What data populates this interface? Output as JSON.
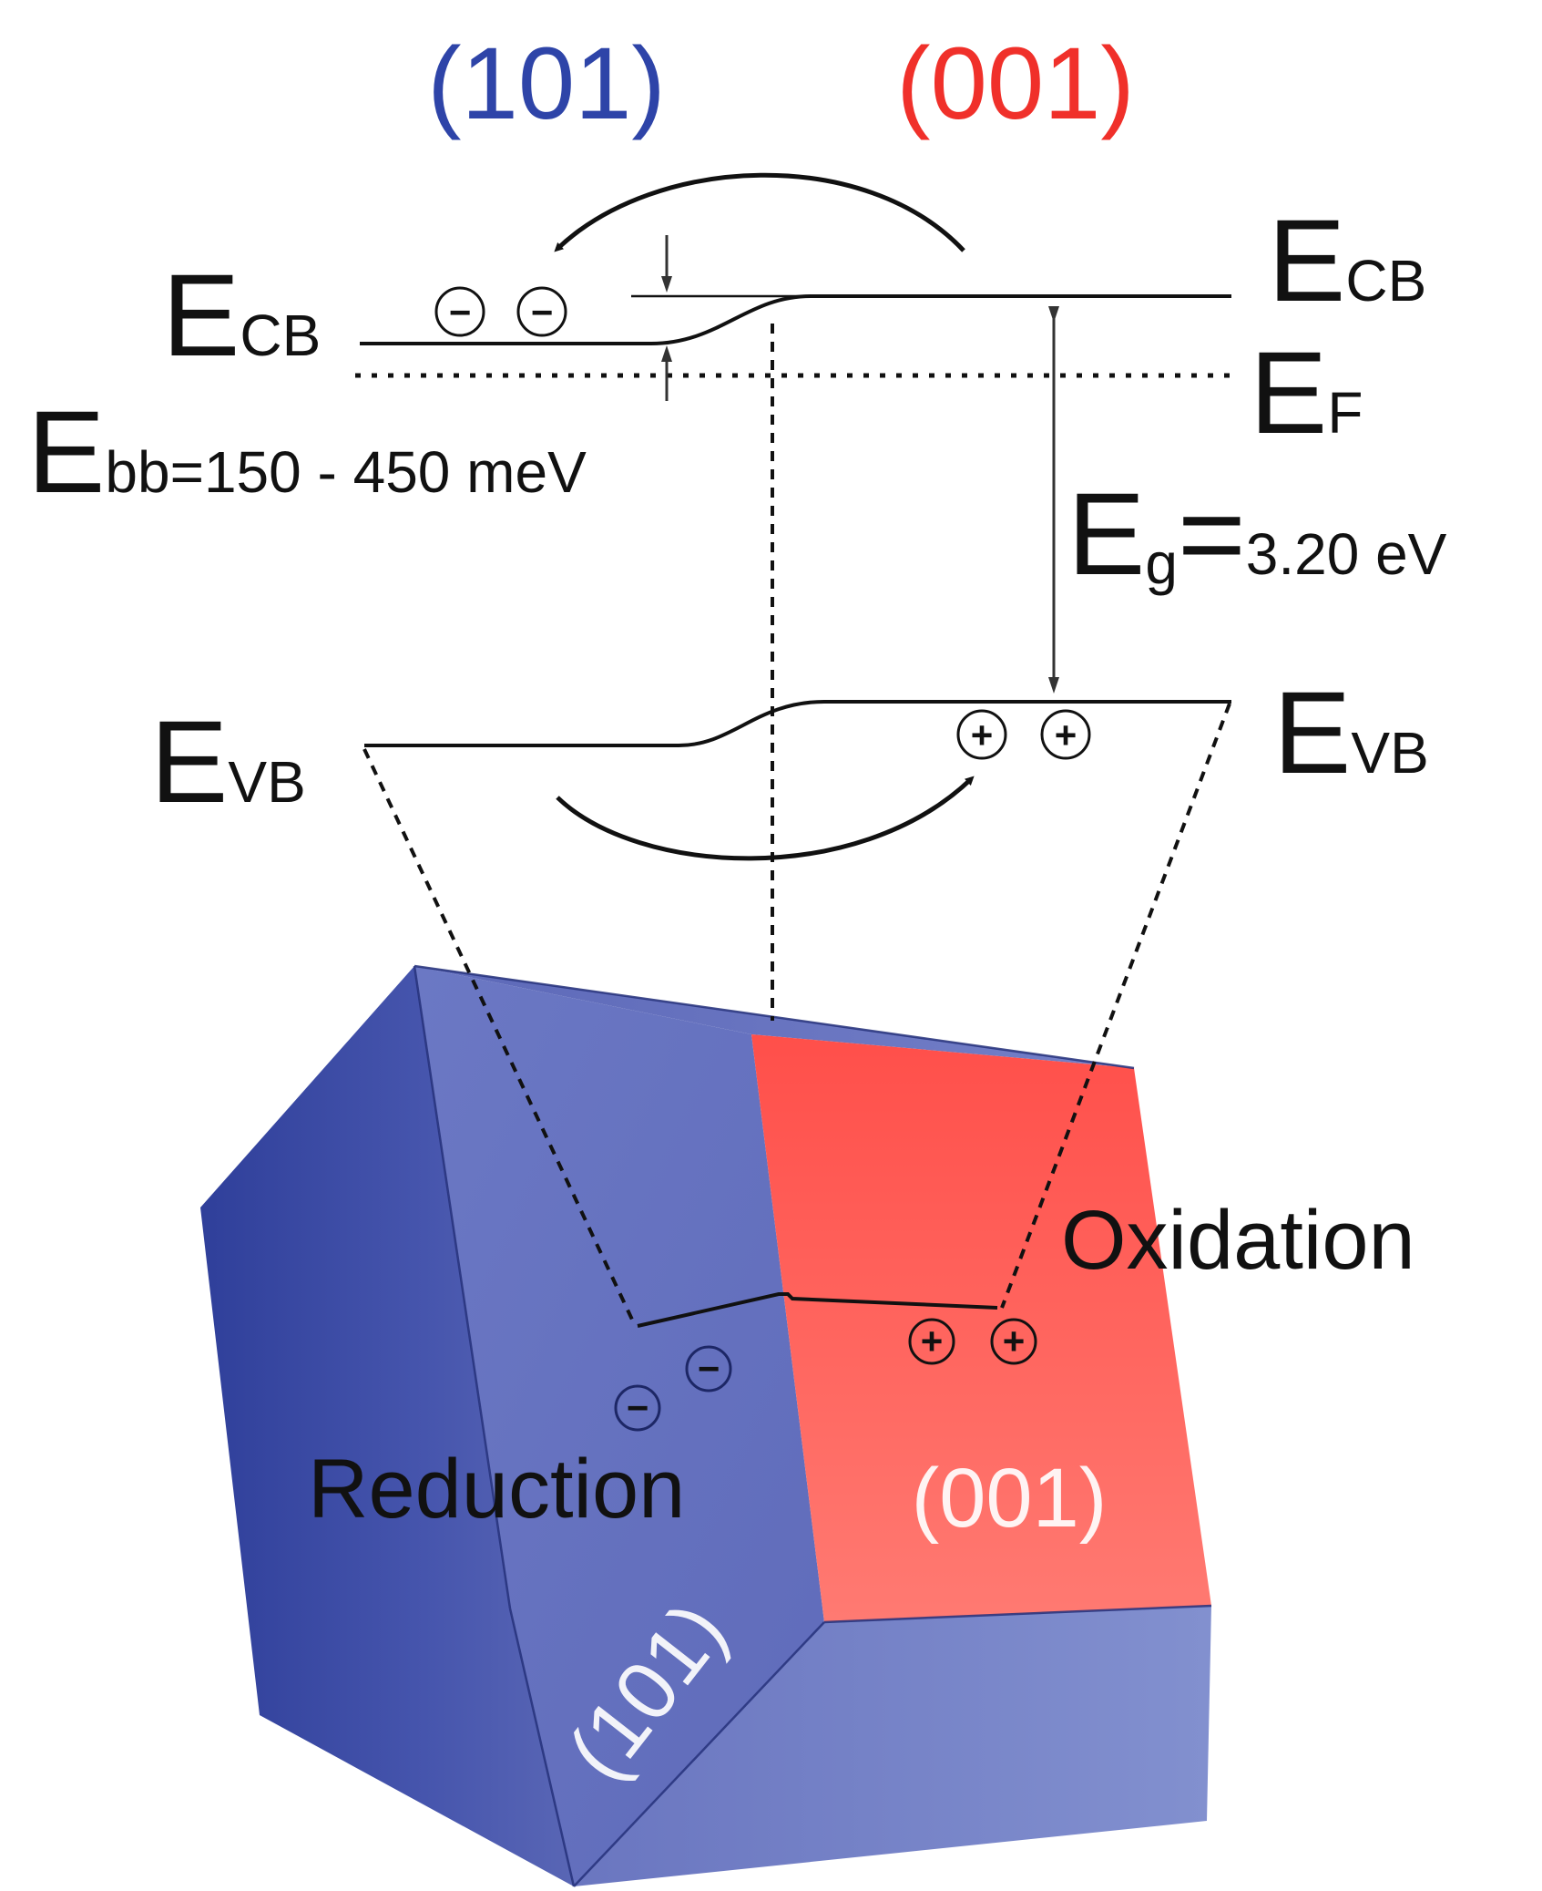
{
  "top_labels": {
    "left_facet": "(101)",
    "right_facet": "(001)"
  },
  "bands": {
    "cb_left": {
      "main": "E",
      "sub": "CB"
    },
    "cb_right": {
      "main": "E",
      "sub": "CB"
    },
    "fermi": {
      "main": "E",
      "sub": "F"
    },
    "vb_left": {
      "main": "E",
      "sub": "VB"
    },
    "vb_right": {
      "main": "E",
      "sub": "VB"
    }
  },
  "band_bending": {
    "main": "E",
    "sub": "bb",
    "value": "=150 - 450 meV"
  },
  "band_gap": {
    "main": "E",
    "sub": "g",
    "eq": "=",
    "value": "3.20 eV"
  },
  "crystal": {
    "oxidation_label": "Oxidation",
    "reduction_label": "Reduction",
    "face_001_label": "(001)",
    "face_101_label": "(101)"
  },
  "charges": {
    "electron_symbol": "−",
    "hole_symbol": "+"
  },
  "colors": {
    "facet_101": "#3a49a6",
    "facet_001": "#ff5a52",
    "label_101": "#2e44a8",
    "label_001": "#f0302a"
  }
}
